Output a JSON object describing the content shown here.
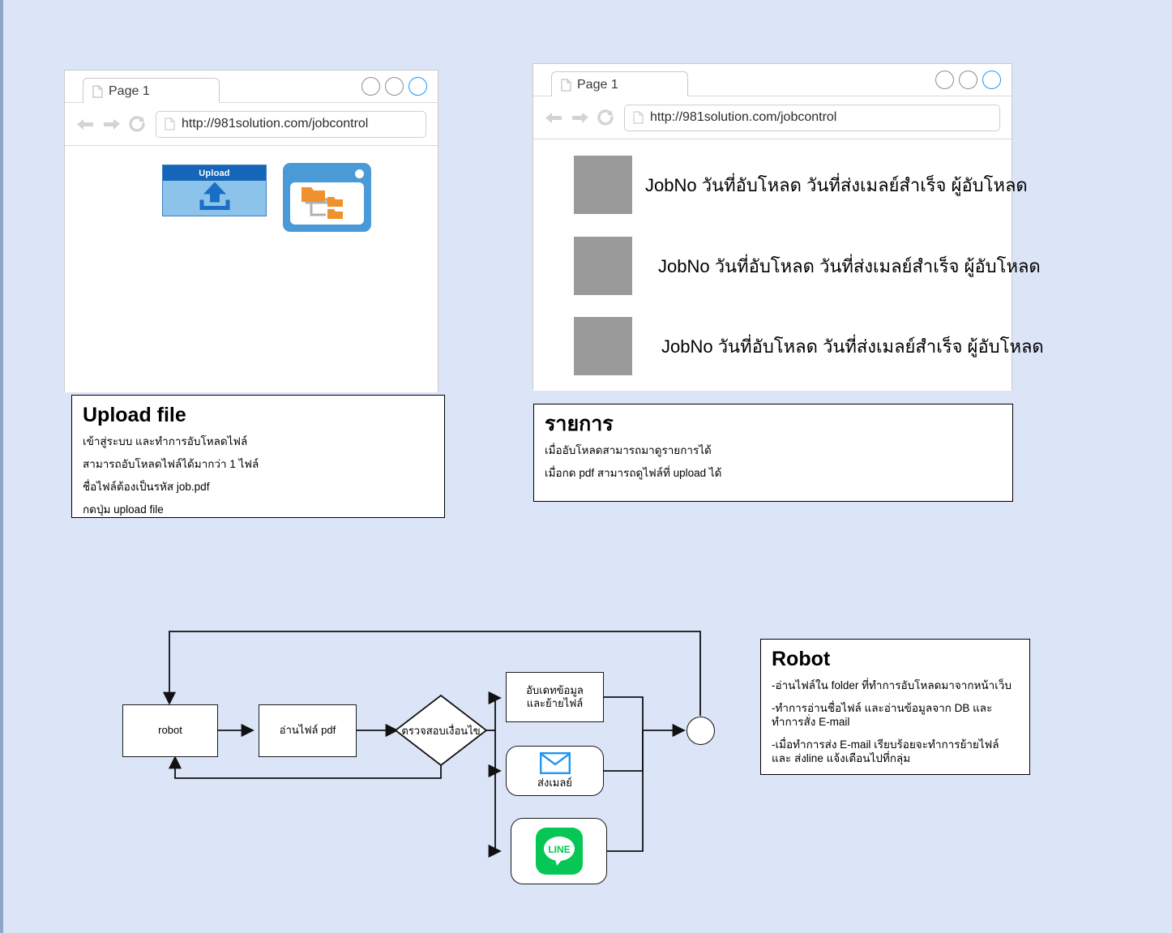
{
  "browser_left": {
    "tab_label": "Page 1",
    "url": "http://981solution.com/jobcontrol",
    "tab_icon": "document-icon",
    "nav": {
      "back": "back-arrow-icon",
      "forward": "forward-arrow-icon",
      "reload": "reload-icon"
    },
    "window_buttons": [
      "minimize-circle",
      "maximize-circle",
      "close-circle-blue"
    ],
    "upload_widget_label": "Upload",
    "upload_widget_icon": "upload-arrow-icon",
    "filetree_widget_icon": "folder-tree-icon"
  },
  "browser_right": {
    "tab_label": "Page 1",
    "url": "http://981solution.com/jobcontrol",
    "rows": [
      {
        "icon": "pdf-icon",
        "text": "JobNo วันที่อับโหลด วันที่ส่งเมลย์สำเร็จ ผู้อับโหลด"
      },
      {
        "icon": "pdf-icon",
        "text": "JobNo วันที่อับโหลด วันที่ส่งเมลย์สำเร็จ ผู้อับโหลด"
      },
      {
        "icon": "pdf-icon",
        "text": "JobNo วันที่อับโหลด วันที่ส่งเมลย์สำเร็จ ผู้อับโหลด"
      }
    ]
  },
  "card_upload": {
    "title": "Upload file",
    "lines": [
      "เข้าสู่ระบบ และทำการอับโหลดไฟล์",
      "สามารถอับโหลดไฟล์ได้มากว่า 1 ไฟล์",
      "ชื่อไฟล์ต้องเป็นรหัส job.pdf",
      "กดปุ่ม upload file"
    ]
  },
  "card_list": {
    "title": "รายการ",
    "lines": [
      "เมื่ออับโหลดสามารถมาดูรายการได้",
      "เมื่อกด pdf สามารถดูไฟล์ที่ upload ได้"
    ]
  },
  "card_robot": {
    "title": "Robot",
    "lines": [
      "-อ่านไฟล์ใน folder ที่ทำการอับโหลดมาจากหน้าเว็บ",
      "-ทำการอ่านชื่อไฟล์ และอ่านข้อมูลจาก DB และทำการสั่ง E-mail",
      "-เมื่อทำการส่ง E-mail เรียบร้อยจะทำการย้ายไฟล์ และ ส่งline แจ้งเตือนไปที่กลุ่ม"
    ]
  },
  "flow": {
    "node_robot": "robot",
    "node_readpdf": "อ่านไฟล์ pdf",
    "node_decision": "ตรวจสอบเงื่อนไข",
    "node_update": "อับเดทข้อมูล\nและย้ายไฟล์",
    "node_update_l1": "อับเดทข้อมูล",
    "node_update_l2": "และย้ายไฟล์",
    "node_mail": "ส่งเมลย์",
    "node_line_icon": "line-app-icon",
    "node_pdf_icon": "pdf-icon",
    "node_end": "end-circle"
  },
  "colors": {
    "background": "#dbe5f7",
    "accent_blue": "#2196f3",
    "pdf_red": "#d81c16",
    "line_green": "#06c755",
    "upload_header": "#1565b8",
    "upload_body": "#8cc3ea",
    "folder_orange": "#f0912d"
  }
}
